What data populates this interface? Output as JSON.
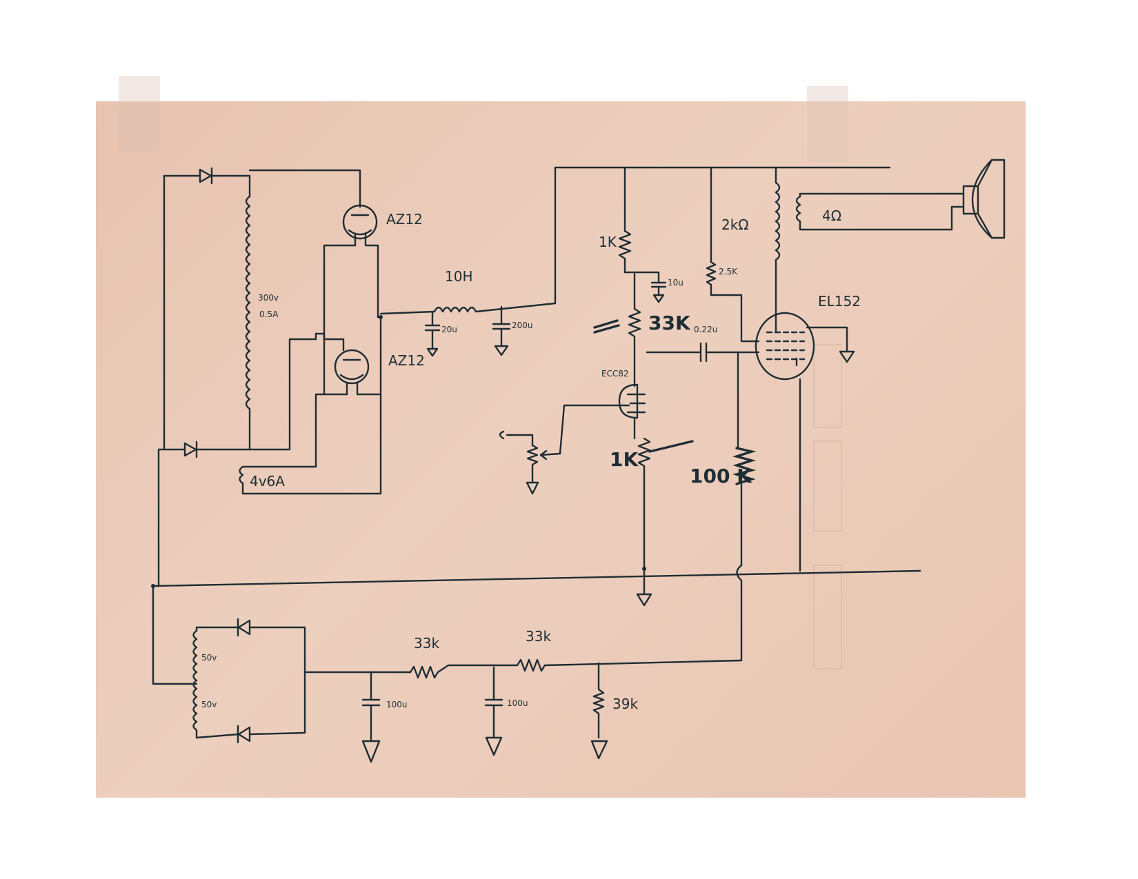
{
  "labels": {
    "rectifier_top": "AZ12",
    "rectifier_bottom": "AZ12",
    "transformer_hv": "300v",
    "transformer_current": "0.5A",
    "heater_winding": "4v6A",
    "choke": "10H",
    "cap_20u": "20u",
    "cap_200u": "200u",
    "res_1k_top": "1K",
    "cap_10u": "10u",
    "res_33k": "33K",
    "cap_coupling": "0.22u",
    "preamp_tube": "ECC82",
    "res_1k_cathode": "1K",
    "res_100k": "100 K",
    "res_2k": "2kΩ",
    "res_2k5": "2.5K",
    "output_tube": "EL152",
    "speaker_imp": "4Ω",
    "bias_50v_top": "50v",
    "bias_50v_bottom": "50v",
    "res_33k_bias1": "33k",
    "res_33k_bias2": "33k",
    "cap_100u_1": "100u",
    "cap_100u_2": "100u",
    "res_39k": "39k"
  },
  "colors": {
    "ink": "#1e2d33",
    "paper": "#e9c6b3",
    "page": "#ffffff"
  }
}
